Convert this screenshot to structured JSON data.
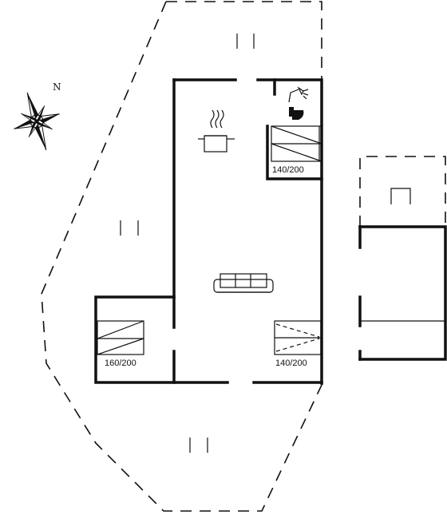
{
  "compass": {
    "north_label": "N",
    "icon": "compass-rose-icon"
  },
  "rooms": {
    "bed_top_right": {
      "label": "140/200",
      "icon": "double-bed-icon"
    },
    "bed_bottom_left": {
      "label": "160/200",
      "icon": "double-bed-icon"
    },
    "bed_bottom_right": {
      "label": "140/200",
      "icon": "bunk-bed-icon"
    },
    "kitchen": {
      "icon": "cooking-pot-icon"
    },
    "living": {
      "icon": "sofa-icon"
    },
    "bathroom": {
      "icons": [
        "shower-icon",
        "toilet-icon"
      ]
    }
  },
  "outdoor": {
    "icons": [
      "terrace-marker-icon",
      "terrace-marker-icon",
      "terrace-marker-icon"
    ]
  },
  "annex": {
    "icon": "annex-marker-icon"
  }
}
